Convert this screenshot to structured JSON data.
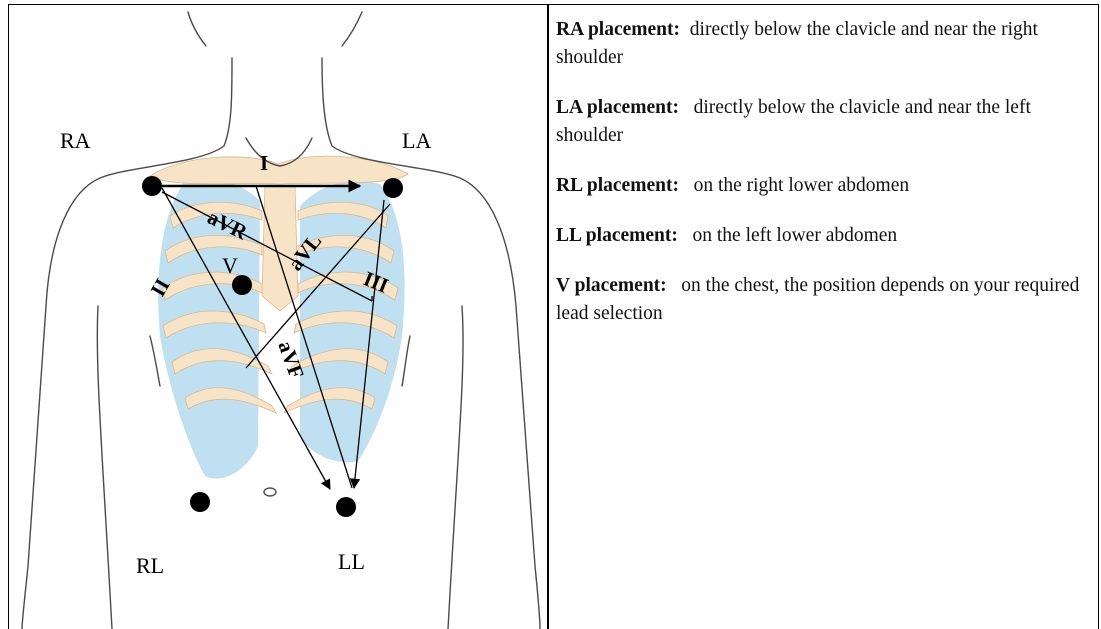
{
  "figure": {
    "electrodes": {
      "ra": "RA",
      "la": "LA",
      "rl": "RL",
      "ll": "LL",
      "v": "V"
    },
    "leads": {
      "i": "I",
      "ii": "II",
      "iii": "III",
      "avr": "aVR",
      "avl": "aVL",
      "avf": "aVF"
    },
    "colors": {
      "ribs": "#f7e3c6",
      "lungs": "#bfe0f0",
      "outline": "#4a4a4a"
    }
  },
  "placements": [
    {
      "title": "RA placement:",
      "text": "directly below the clavicle and near the right shoulder"
    },
    {
      "title": "LA placement:",
      "text": "directly below the clavicle and near the left shoulder"
    },
    {
      "title": "RL placement:",
      "text": "on the right lower abdomen"
    },
    {
      "title": "LL placement:",
      "text": "on the left lower abdomen"
    },
    {
      "title": "V placement:",
      "text": "on the chest, the position depends on your required lead selection"
    }
  ]
}
